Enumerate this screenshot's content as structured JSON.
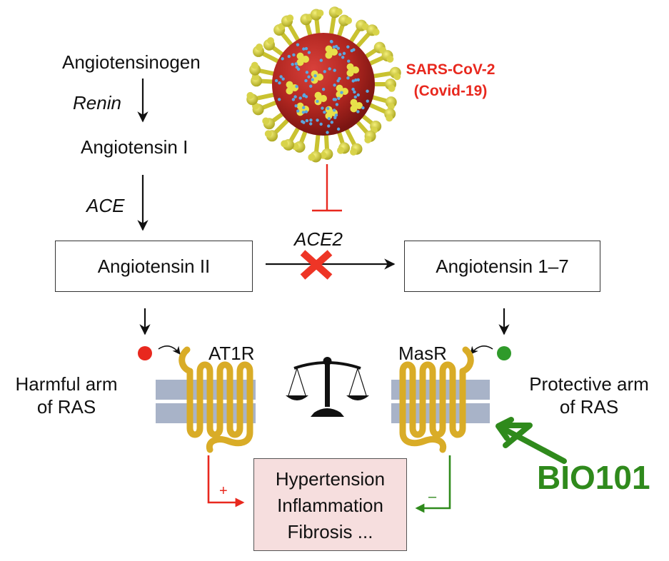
{
  "pathway": {
    "angiotensinogen": "Angiotensinogen",
    "renin": "Renin",
    "angiotensin_i": "Angiotensin I",
    "ace": "ACE",
    "angiotensin_ii": "Angiotensin II",
    "ace2": "ACE2",
    "angiotensin_1_7": "Angiotensin 1–7"
  },
  "virus": {
    "line1": "SARS-CoV-2",
    "line2": "(Covid-19)",
    "color": "#e8281e"
  },
  "receptors": {
    "at1r": "AT1R",
    "masr": "MasR"
  },
  "arms": {
    "harmful_line1": "Harmful arm",
    "harmful_line2": "of RAS",
    "protective_line1": "Protective arm",
    "protective_line2": "of RAS"
  },
  "outcomes": {
    "line1": "Hypertension",
    "line2": "Inflammation",
    "line3": "Fibrosis ..."
  },
  "effects": {
    "harmful_sign": "+",
    "protective_sign": "–"
  },
  "drug": {
    "name": "BIO101",
    "color": "#2f8a1c"
  },
  "icons": [
    "virus-icon",
    "balance-scale-icon",
    "receptor-at1r-icon",
    "receptor-masr-icon",
    "inhibition-x-icon"
  ]
}
